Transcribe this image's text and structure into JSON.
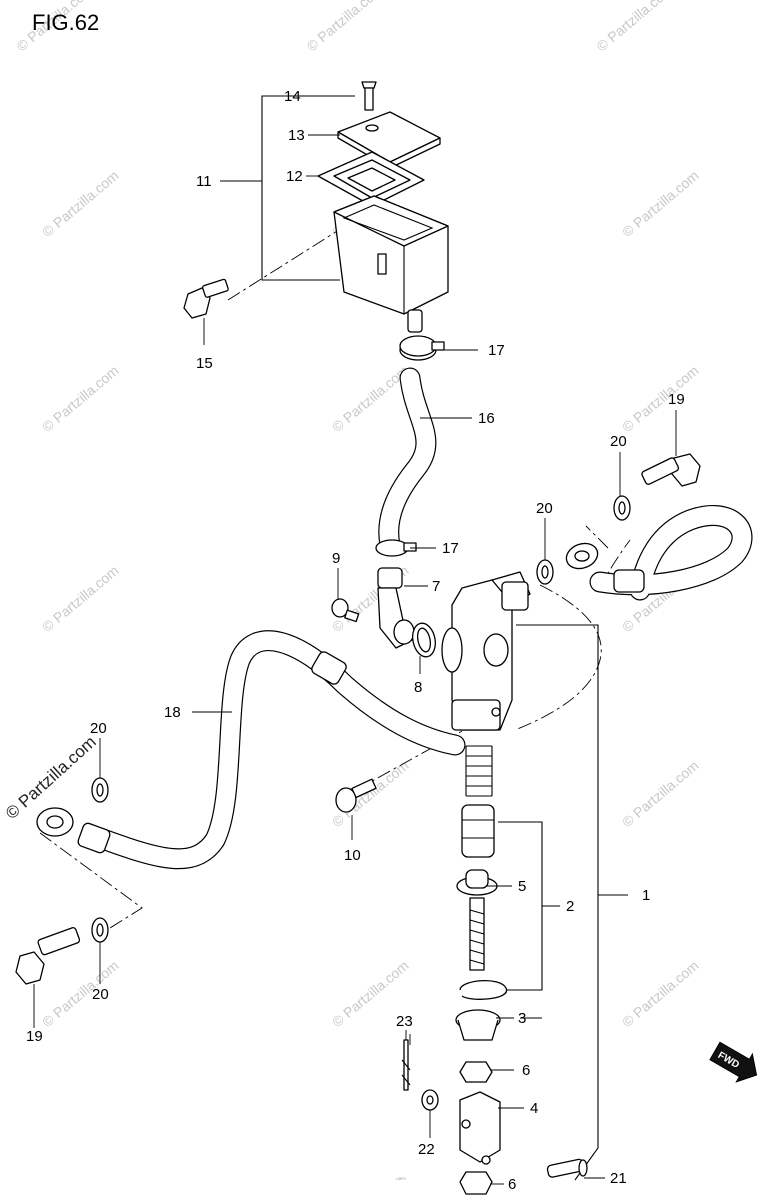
{
  "figure": {
    "title": "FIG.62",
    "footer_lines": [
      "U5F0"
    ]
  },
  "watermarks": {
    "text": "© Partzilla.com",
    "featured": "© Partzilla.com"
  },
  "fwd_badge": "FWD",
  "callouts": {
    "c1": "1",
    "c2": "2",
    "c3": "3",
    "c4": "4",
    "c5": "5",
    "c6a": "6",
    "c6b": "6",
    "c7": "7",
    "c8": "8",
    "c9": "9",
    "c10": "10",
    "c11": "11",
    "c12": "12",
    "c13": "13",
    "c14": "14",
    "c15": "15",
    "c16": "16",
    "c17a": "17",
    "c17b": "17",
    "c18": "18",
    "c19a": "19",
    "c19b": "19",
    "c20a": "20",
    "c20b": "20",
    "c20c": "20",
    "c20d": "20",
    "c21": "21",
    "c22": "22",
    "c23": "23"
  }
}
